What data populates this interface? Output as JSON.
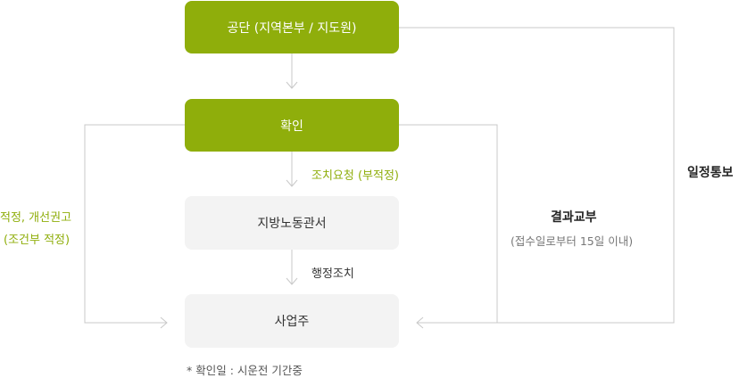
{
  "boxes": {
    "gongdan": "공단 (지역본부 / 지도원)",
    "confirm": "확인",
    "labor_office": "지방노동관서",
    "employer": "사업주"
  },
  "labels": {
    "corrective_request": "조치요청 (부적정)",
    "admin_action": "행정조치",
    "left_line1": "적정, 개선권고",
    "left_line2": "(조건부 적정)",
    "result_title": "결과교부",
    "result_sub": "(접수일로부터 15일 이내)",
    "schedule_notice": "일정통보"
  },
  "note": "* 확인일 : 시운전 기간중",
  "colors": {
    "green": "#8fae0b",
    "gray_box": "#f3f3f3",
    "line": "#c8c8c8"
  }
}
